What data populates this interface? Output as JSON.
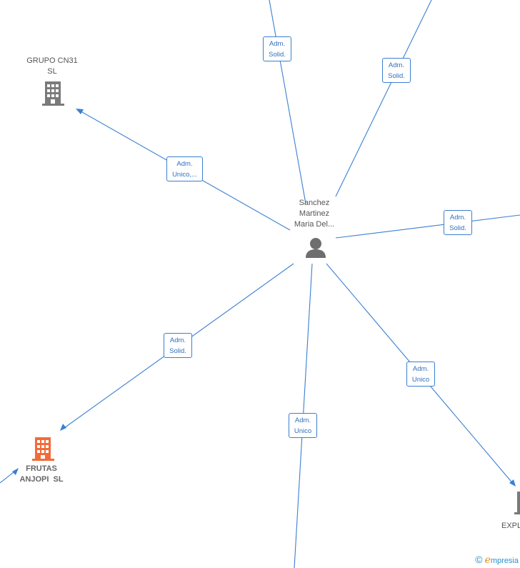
{
  "center_person": {
    "name_lines": [
      "Sanchez",
      "Martinez",
      "Maria Del..."
    ]
  },
  "companies": [
    {
      "id": "grupo",
      "name_lines": [
        "GRUPO CN31",
        "SL"
      ],
      "color": "#7a7a7a"
    },
    {
      "id": "frutas",
      "name_lines": [
        "FRUTAS",
        "ANJOPI  SL"
      ],
      "color": "#f26b3a"
    },
    {
      "id": "expl",
      "name_lines": [
        "EXPL"
      ],
      "color": "#7a7a7a"
    }
  ],
  "relations": [
    {
      "id": "top-left",
      "lines": [
        "Adm.",
        "Solid."
      ]
    },
    {
      "id": "top-right",
      "lines": [
        "Adm.",
        "Solid."
      ]
    },
    {
      "id": "grupo",
      "lines": [
        "Adm.",
        "Unico,..."
      ]
    },
    {
      "id": "right",
      "lines": [
        "Adm.",
        "Solid."
      ]
    },
    {
      "id": "frutas",
      "lines": [
        "Adm.",
        "Solid."
      ]
    },
    {
      "id": "bottom",
      "lines": [
        "Adm.",
        "Unico"
      ]
    },
    {
      "id": "expl",
      "lines": [
        "Adm.",
        "Unico"
      ]
    }
  ],
  "watermark": {
    "symbol": "©",
    "brand_initial": "e",
    "brand_rest": "mpresia"
  },
  "colors": {
    "edge": "#3a7fd1",
    "person_icon": "#6e6e6e",
    "company_default": "#7a7a7a",
    "company_highlight": "#f26b3a"
  }
}
